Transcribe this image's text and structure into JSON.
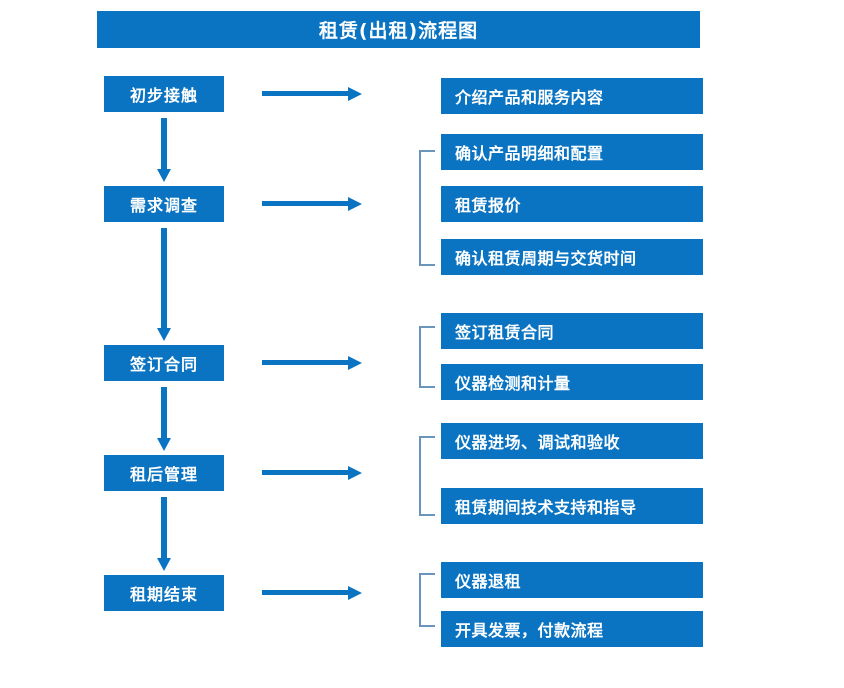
{
  "title": "租赁(出租)流程图",
  "colors": {
    "brand_blue": "#0b74c2",
    "bracket_blue": "#6a95bd",
    "text_white": "#ffffff",
    "background": "#ffffff"
  },
  "stages": [
    {
      "id": "stage-1",
      "label": "初步接触"
    },
    {
      "id": "stage-2",
      "label": "需求调查"
    },
    {
      "id": "stage-3",
      "label": "签订合同"
    },
    {
      "id": "stage-4",
      "label": "租后管理"
    },
    {
      "id": "stage-5",
      "label": "租期结束"
    }
  ],
  "details": [
    {
      "id": "detail-1",
      "label": "介绍产品和服务内容"
    },
    {
      "id": "detail-2",
      "label": "确认产品明细和配置"
    },
    {
      "id": "detail-3",
      "label": "租赁报价"
    },
    {
      "id": "detail-4",
      "label": "确认租赁周期与交货时间"
    },
    {
      "id": "detail-5",
      "label": "签订租赁合同"
    },
    {
      "id": "detail-6",
      "label": "仪器检测和计量"
    },
    {
      "id": "detail-7",
      "label": "仪器进场、调试和验收"
    },
    {
      "id": "detail-8",
      "label": "租赁期间技术支持和指导"
    },
    {
      "id": "detail-9",
      "label": "仪器退租"
    },
    {
      "id": "detail-10",
      "label": "开具发票，付款流程"
    }
  ],
  "flow": {
    "stage_to_detail_arrow": "right-arrow",
    "stage_to_stage_arrow": "down-arrow",
    "group_marker": "left-bracket"
  },
  "groups": [
    {
      "stage": "需求调查",
      "details": [
        "确认产品明细和配置",
        "租赁报价",
        "确认租赁周期与交货时间"
      ]
    },
    {
      "stage": "签订合同",
      "details": [
        "签订租赁合同",
        "仪器检测和计量"
      ]
    },
    {
      "stage": "租后管理",
      "details": [
        "仪器进场、调试和验收",
        "租赁期间技术支持和指导"
      ]
    },
    {
      "stage": "租期结束",
      "details": [
        "仪器退租",
        "开具发票，付款流程"
      ]
    }
  ]
}
